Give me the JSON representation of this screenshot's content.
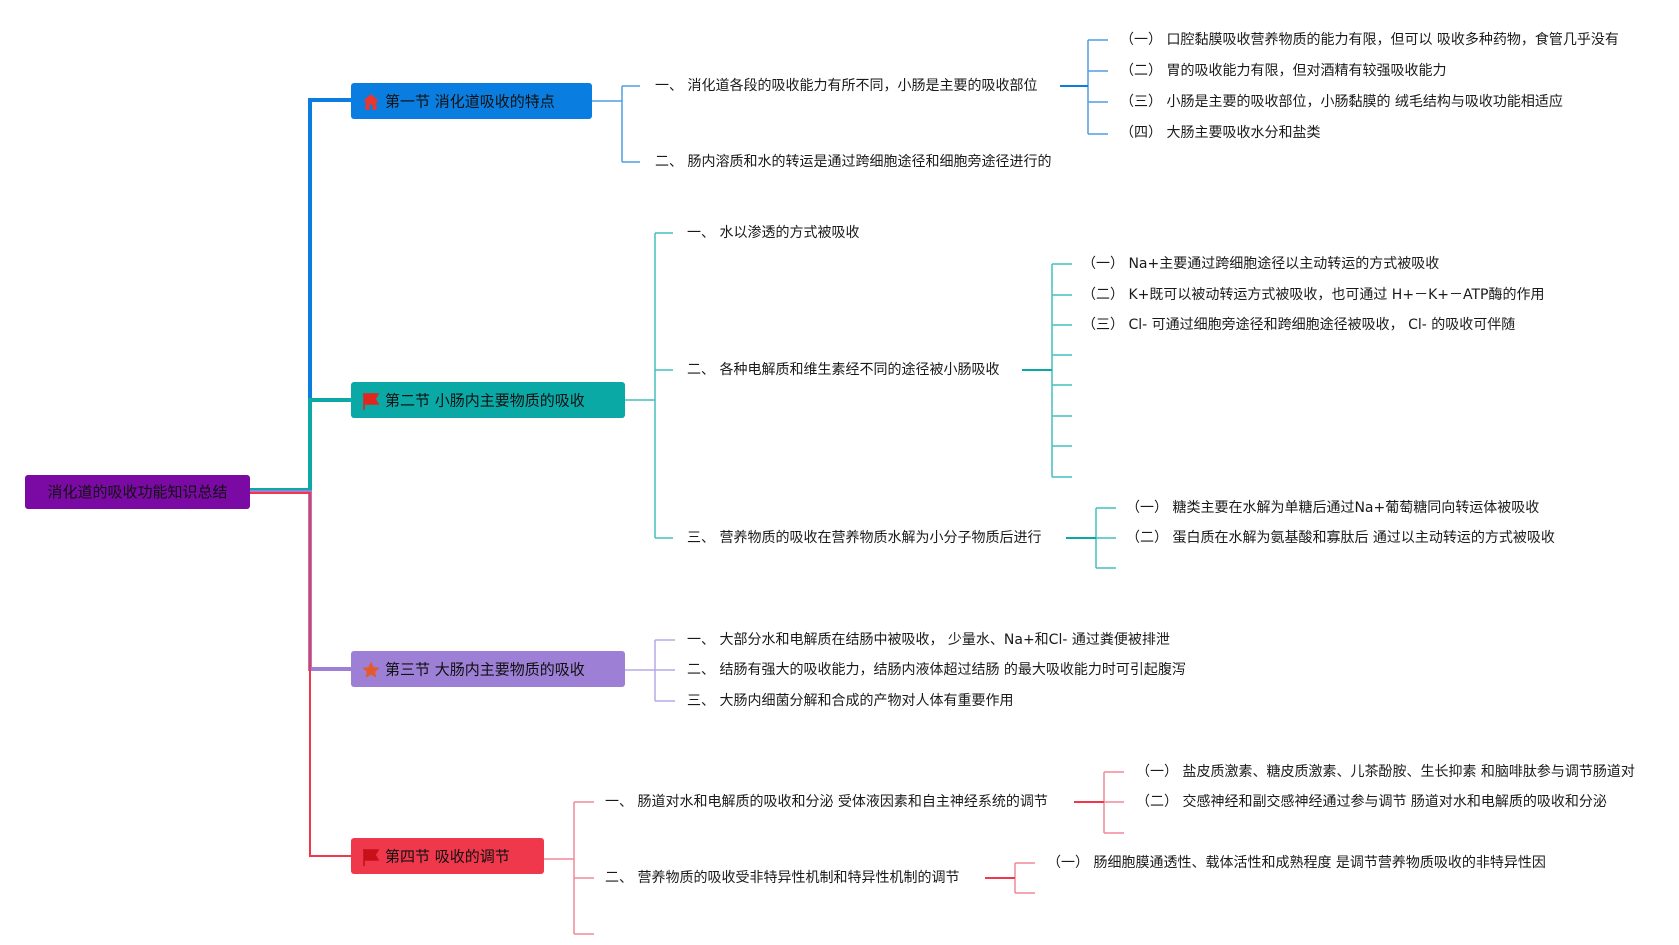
{
  "root": {
    "label": "消化道的吸收功能知识总结"
  },
  "colors": {
    "root": "#7a0aa3",
    "s1": "#0a7ee0",
    "s2": "#0aa9a6",
    "s3": "#9d7fd6",
    "s4": "#f0384d"
  },
  "icons": {
    "s1": "house-icon",
    "s2": "flag-icon",
    "s3": "star-icon",
    "s4": "flag-icon"
  },
  "sections": {
    "s1": {
      "title": "第一节 消化道吸收的特点",
      "items": {
        "a": "一、 消化道各段的吸收能力有所不同，小肠是主要的吸收部位",
        "b": "二、 肠内溶质和水的转运是通过跨细胞途径和细胞旁途径进行的"
      },
      "subs": {
        "a1": "（一） 口腔黏膜吸收营养物质的能力有限，但可以 吸收多种药物，食管几乎没有",
        "a2": "（二） 胃的吸收能力有限，但对酒精有较强吸收能力",
        "a3": "（三） 小肠是主要的吸收部位，小肠黏膜的 绒毛结构与吸收功能相适应",
        "a4": "（四） 大肠主要吸收水分和盐类"
      }
    },
    "s2": {
      "title": "第二节 小肠内主要物质的吸收",
      "items": {
        "a": "一、 水以渗透的方式被吸收",
        "b": "二、 各种电解质和维生素经不同的途径被小肠吸收",
        "c": "三、 营养物质的吸收在营养物质水解为小分子物质后进行"
      },
      "subs": {
        "b1": "（一） Na+主要通过跨细胞途径以主动转运的方式被吸收",
        "b2": "（二） K+既可以被动转运方式被吸收，也可通过 H+－K+－ATP酶的作用",
        "b3": "（三） Cl- 可通过细胞旁途径和跨细胞途径被吸收， Cl- 的吸收可伴随",
        "c1": "（一） 糖类主要在水解为单糖后通过Na+葡萄糖同向转运体被吸收",
        "c2": "（二） 蛋白质在水解为氨基酸和寡肽后 通过以主动转运的方式被吸收"
      }
    },
    "s3": {
      "title": "第三节 大肠内主要物质的吸收",
      "items": {
        "a": "一、 大部分水和电解质在结肠中被吸收， 少量水、Na+和Cl- 通过粪便被排泄",
        "b": "二、 结肠有强大的吸收能力，结肠内液体超过结肠 的最大吸收能力时可引起腹泻",
        "c": "三、 大肠内细菌分解和合成的产物对人体有重要作用"
      }
    },
    "s4": {
      "title": "第四节 吸收的调节",
      "items": {
        "a": "一、 肠道对水和电解质的吸收和分泌 受体液因素和自主神经系统的调节",
        "b": "二、 营养物质的吸收受非特异性机制和特异性机制的调节"
      },
      "subs": {
        "a1": "（一） 盐皮质激素、糖皮质激素、儿茶酚胺、生长抑素 和脑啡肽参与调节肠道对",
        "a2": "（二） 交感神经和副交感神经通过参与调节 肠道对水和电解质的吸收和分泌",
        "b1": "（一） 肠细胞膜通透性、载体活性和成熟程度 是调节营养物质吸收的非特异性因"
      }
    }
  }
}
